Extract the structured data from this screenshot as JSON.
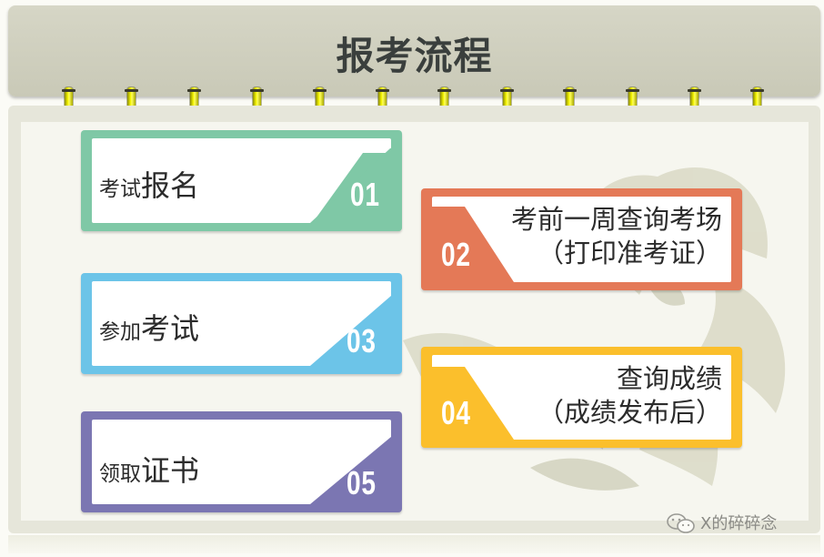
{
  "header": {
    "title": "报考流程"
  },
  "colors": {
    "header_bg": "#cfcfbe",
    "green": "#7fc8a6",
    "orange": "#e47957",
    "blue": "#6cc4e8",
    "yellow": "#fbbf2c",
    "purple": "#7b76b2"
  },
  "steps": [
    {
      "num": "01",
      "small": "考试",
      "big": "报名"
    },
    {
      "num": "02",
      "line1": "考前一周查询考场",
      "line2": "（打印准考证）"
    },
    {
      "num": "03",
      "small": "参加",
      "big": "考试"
    },
    {
      "num": "04",
      "line1": "查询成绩",
      "line2": "（成绩发布后）"
    },
    {
      "num": "05",
      "small": "领取",
      "big": "证书"
    }
  ],
  "watermark": {
    "text": "X的碎碎念",
    "icon": "wechat-icon"
  }
}
